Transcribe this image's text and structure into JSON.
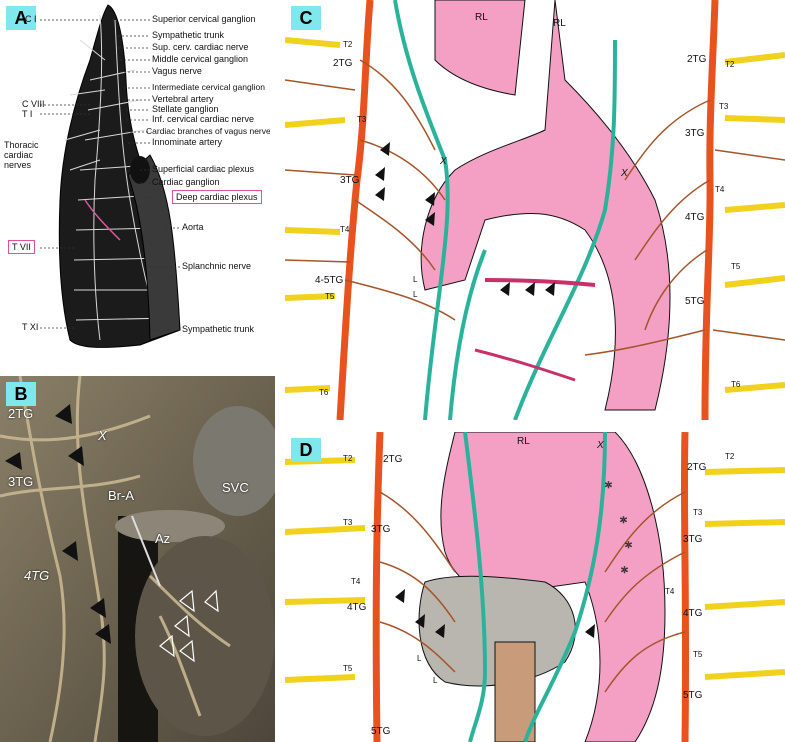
{
  "panels": {
    "a": {
      "letter": "A",
      "left_labels": {
        "c1": "C I",
        "c8": "C VIII",
        "t1": "T I",
        "thoracic": "Thoracic\ncardiac\nnerves",
        "t7": "T VII",
        "t11": "T XI"
      },
      "right_labels": [
        "Superior cervical ganglion",
        "Sympathetic trunk",
        "Sup. cerv. cardiac nerve",
        "Middle cervical ganglion",
        "Vagus nerve",
        "Intermediate cervical ganglion",
        "Vertebral artery",
        "Stellate ganglion",
        "Inf. cervical cardiac nerve",
        "Cardiac branches of vagus nerve",
        "Innominate artery",
        "Superficial cardiac plexus",
        "Cardiac ganglion",
        "Deep cardiac plexus",
        "Aorta",
        "Splanchnic nerve",
        "Sympathetic trunk"
      ]
    },
    "b": {
      "letter": "B",
      "labels": {
        "tg2": "2TG",
        "x": "X",
        "tg3": "3TG",
        "bra": "Br-A",
        "svc": "SVC",
        "az": "Az",
        "tg4": "4TG"
      }
    },
    "c": {
      "letter": "C",
      "labels": {
        "rl_left": "RL",
        "rl_right": "RL",
        "t2l": "T2",
        "tg2l": "2TG",
        "t3l": "T3",
        "tg3l": "3TG",
        "t4l": "T4",
        "tg45": "4-5TG",
        "t5l": "T5",
        "t6l": "T6",
        "xl": "X",
        "xr": "X",
        "l1": "L",
        "l2": "L",
        "tg2r": "2TG",
        "t2r": "T2",
        "t3r": "T3",
        "tg3r": "3TG",
        "t4r": "T4",
        "tg4r": "4TG",
        "t5r": "T5",
        "tg5r": "5TG",
        "t6r": "T6"
      }
    },
    "d": {
      "letter": "D",
      "labels": {
        "rl": "RL",
        "t2l": "T2",
        "tg2l": "2TG",
        "t3l": "T3",
        "tg3l": "3TG",
        "t4l": "T4",
        "tg4l": "4TG",
        "t5l": "T5",
        "tg5l": "5TG",
        "x": "X",
        "l1": "L",
        "l2": "L",
        "tg2r": "2TG",
        "t2r": "T2",
        "t3r": "T3",
        "tg3r": "3TG",
        "t4r": "T4",
        "tg4r": "4TG",
        "t5r": "T5",
        "tg5r": "5TG"
      }
    }
  },
  "colors": {
    "label_bg": "#7fe8ec",
    "aorta": "#f3a0c4",
    "nerve": "#e8521f",
    "vagus": "#2ab39a",
    "intercostal": "#f0d21c",
    "outline": "#111111"
  }
}
